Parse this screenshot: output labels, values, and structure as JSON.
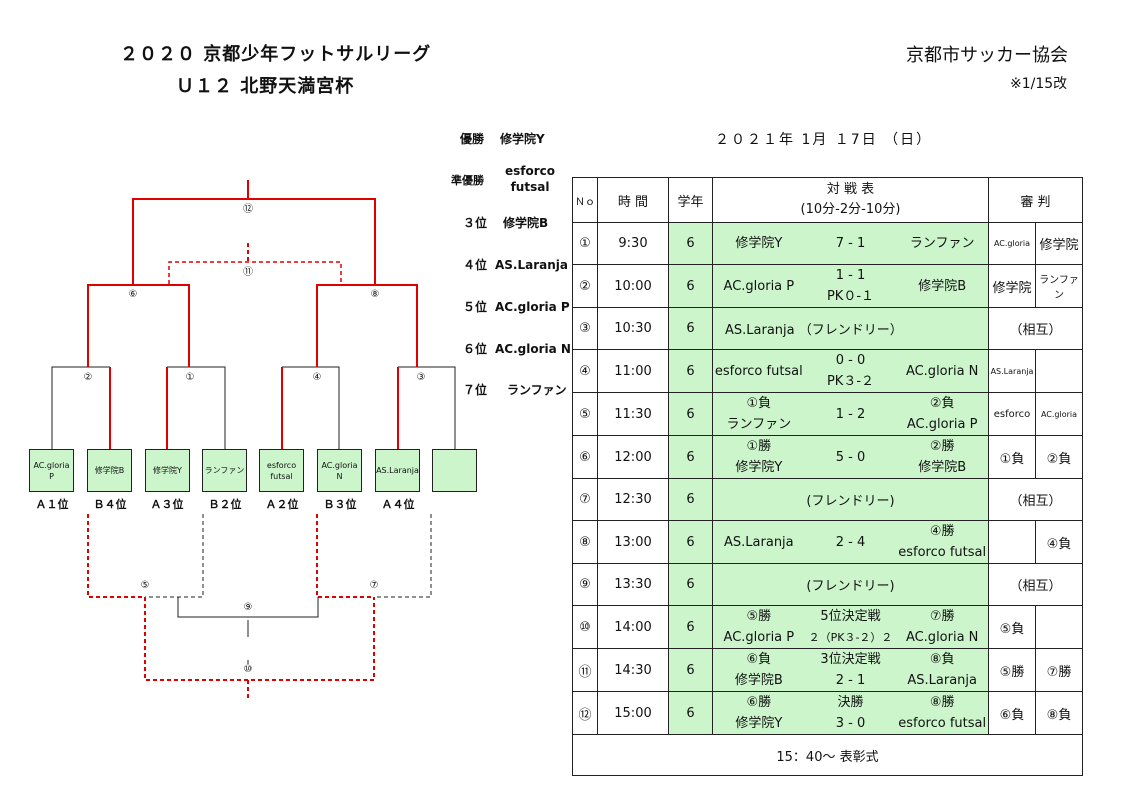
{
  "header": {
    "title_line1": "２０２０ 京都少年フットサルリーグ",
    "title_line2": "Ｕ１２ 北野天満宮杯",
    "association": "京都市サッカー協会",
    "revision": "※1/15改",
    "date": "２０２１年 1月 １7日 （日）"
  },
  "rankings": {
    "winner_label": "優勝",
    "winner": "修学院Y",
    "runner_up_label": "準優勝",
    "runner_up_l1": "esforco",
    "runner_up_l2": "futsal",
    "third_label": "３位",
    "third": "修学院B",
    "fourth_label": "４位",
    "fourth": "AS.Laranja",
    "fifth_label": "５位",
    "fifth": "AC.gloria P",
    "sixth_label": "６位",
    "sixth": "AC.gloria N",
    "seventh_label": "７位",
    "seventh": "ランファン"
  },
  "bracket": {
    "teams": [
      {
        "l1": "AC.gloria",
        "l2": "P",
        "seed": "Ａ１位"
      },
      {
        "l1": "修学院B",
        "l2": "",
        "seed": "Ｂ４位"
      },
      {
        "l1": "修学院Y",
        "l2": "",
        "seed": "Ａ３位"
      },
      {
        "l1": "ランファン",
        "l2": "",
        "seed": "Ｂ２位"
      },
      {
        "l1": "esforco",
        "l2": "futsal",
        "seed": "Ａ２位"
      },
      {
        "l1": "AC.gloria",
        "l2": "N",
        "seed": "Ｂ３位"
      },
      {
        "l1": "AS.Laranja",
        "l2": "",
        "seed": "Ａ４位"
      },
      {
        "l1": "",
        "l2": "",
        "seed": ""
      }
    ],
    "match_labels": {
      "m1": "①",
      "m2": "②",
      "m3": "③",
      "m4": "④",
      "m5": "⑤",
      "m6": "⑥",
      "m7": "⑦",
      "m8": "⑧",
      "m9": "⑨",
      "m10": "⑩",
      "m11": "⑪",
      "m12": "⑫"
    },
    "colors": {
      "win_line": "#e00000",
      "line": "#222222",
      "team_box": "#ccf5cc"
    }
  },
  "schedule": {
    "headers": {
      "no": "Ｎｏ",
      "time": "時 間",
      "grade": "学年",
      "match_l1": "対 戦 表",
      "match_l2": "(10分-2分-10分)",
      "referee": "審 判"
    },
    "rows": [
      {
        "no": "①",
        "time": "9:30",
        "grade": "6",
        "left_l1": "修学院Y",
        "left_l2": "",
        "mid_l1": "7 - 1",
        "mid_l2": "",
        "right_l1": "ランファン",
        "right_l2": "",
        "ref1": "AC.gloria",
        "ref2": "修学院"
      },
      {
        "no": "②",
        "time": "10:00",
        "grade": "6",
        "left_l1": "AC.gloria P",
        "left_l2": "",
        "mid_l1": "1 - 1",
        "mid_l2": "PK０-１",
        "right_l1": "修学院B",
        "right_l2": "",
        "ref1": "修学院",
        "ref2": "ランファン"
      },
      {
        "no": "③",
        "time": "10:30",
        "grade": "6",
        "span_text": "AS.Laranja （フレンドリー）",
        "ref_span": "（相互）"
      },
      {
        "no": "④",
        "time": "11:00",
        "grade": "6",
        "left_l1": "esforco futsal",
        "left_l2": "",
        "mid_l1": "0 - 0",
        "mid_l2": "PK３-２",
        "right_l1": "AC.gloria N",
        "right_l2": "",
        "ref1": "AS.Laranja",
        "ref2": ""
      },
      {
        "no": "⑤",
        "time": "11:30",
        "grade": "6",
        "left_l1": "①負",
        "left_l2": "ランファン",
        "mid_l1": "1 - 2",
        "mid_l2": "",
        "right_l1": "②負",
        "right_l2": "AC.gloria P",
        "ref1": "esforco",
        "ref2": "AC.gloria"
      },
      {
        "no": "⑥",
        "time": "12:00",
        "grade": "6",
        "left_l1": "①勝",
        "left_l2": "修学院Y",
        "mid_l1": "5 - 0",
        "mid_l2": "",
        "right_l1": "②勝",
        "right_l2": "修学院B",
        "ref1": "①負",
        "ref2": "②負"
      },
      {
        "no": "⑦",
        "time": "12:30",
        "grade": "6",
        "span_text": "(フレンドリー)",
        "ref_span": "（相互）"
      },
      {
        "no": "⑧",
        "time": "13:00",
        "grade": "6",
        "left_l1": "AS.Laranja",
        "left_l2": "",
        "mid_l1": "2 - 4",
        "mid_l2": "",
        "right_l1": "④勝",
        "right_l2": "esforco futsal",
        "ref1": "",
        "ref2": "④負"
      },
      {
        "no": "⑨",
        "time": "13:30",
        "grade": "6",
        "span_text": "(フレンドリー)",
        "ref_span": "（相互）"
      },
      {
        "no": "⑩",
        "time": "14:00",
        "grade": "6",
        "left_l1": "⑤勝",
        "left_l2": "AC.gloria P",
        "mid_l1": "5位決定戦",
        "mid_l2": "２（PK３-２）２",
        "right_l1": "⑦勝",
        "right_l2": "AC.gloria N",
        "ref1": "⑤負",
        "ref2": ""
      },
      {
        "no": "⑪",
        "time": "14:30",
        "grade": "6",
        "left_l1": "⑥負",
        "left_l2": "修学院B",
        "mid_l1": "3位決定戦",
        "mid_l2": "2 - 1",
        "right_l1": "⑧負",
        "right_l2": "AS.Laranja",
        "ref1": "⑤勝",
        "ref2": "⑦勝"
      },
      {
        "no": "⑫",
        "time": "15:00",
        "grade": "6",
        "left_l1": "⑥勝",
        "left_l2": "修学院Y",
        "mid_l1": "決勝",
        "mid_l2": "3 - 0",
        "right_l1": "⑧勝",
        "right_l2": "esforco futsal",
        "ref1": "⑥負",
        "ref2": "⑧負"
      }
    ],
    "footer": "15：40～ 表彰式"
  }
}
